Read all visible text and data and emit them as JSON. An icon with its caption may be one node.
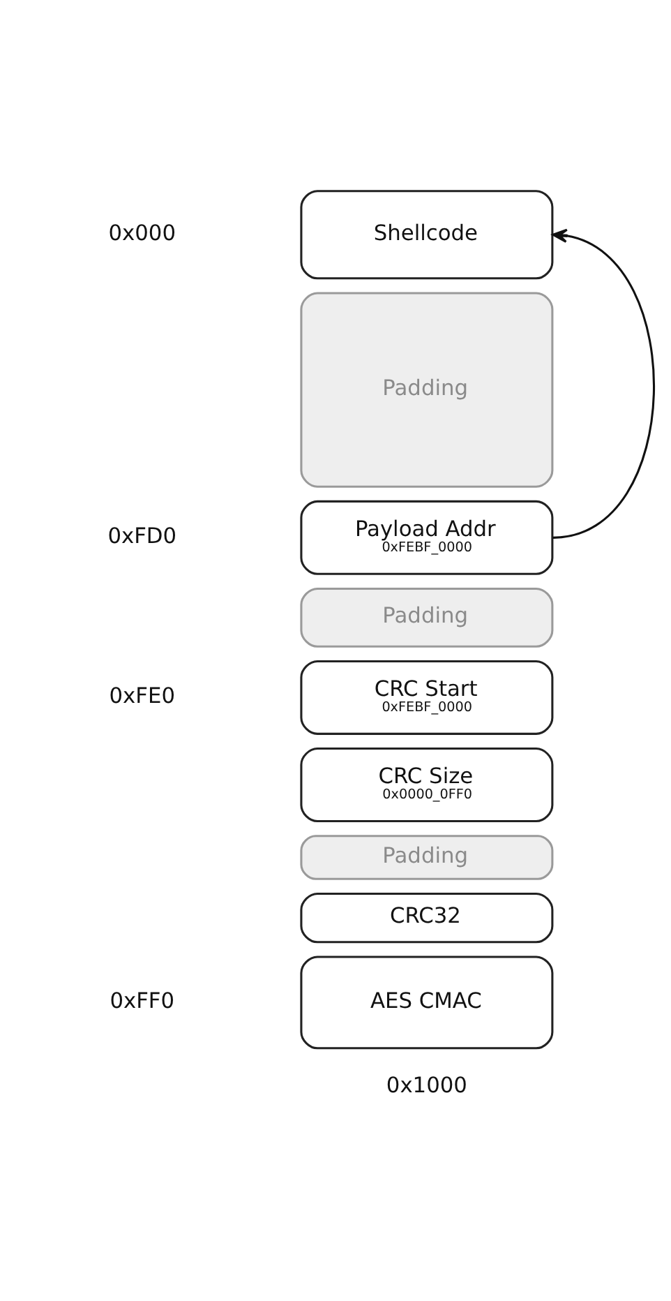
{
  "diagram": {
    "nodes": [
      {
        "text": [
          "Shellcode"
        ]
      },
      {
        "text": [
          "Padding"
        ]
      },
      {
        "text": [
          "Payload Addr",
          "0xFEBF_0000"
        ]
      },
      {
        "text": [
          "Padding"
        ]
      },
      {
        "text": [
          "CRC Start",
          "0xFEBF_0000"
        ]
      },
      {
        "text": [
          "CRC Size",
          "0x0000_0FF0"
        ]
      },
      {
        "text": [
          "Padding"
        ]
      },
      {
        "text": [
          "CRC32"
        ]
      },
      {
        "text": [
          "AES CMAC"
        ]
      }
    ],
    "edges": [
      {
        "from": 2,
        "to": 0,
        "arrow": "to"
      }
    ],
    "labels": [
      "0x000",
      "0xFD0",
      "0xFE0",
      "0xFF0",
      "0x1000"
    ]
  }
}
